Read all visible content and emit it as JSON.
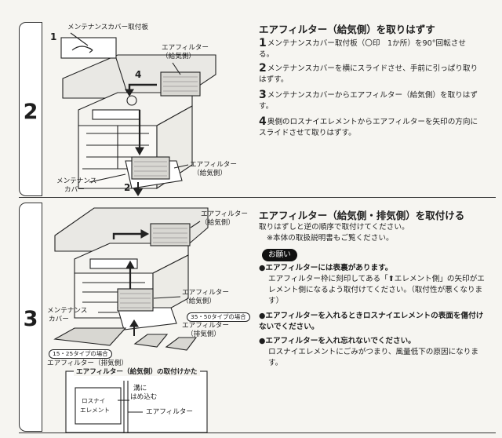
{
  "section2": {
    "tab_number": "2",
    "title": "エアフィルター（給気側）を取りはずす",
    "steps": [
      {
        "num": "1",
        "text": "メンテナンスカバー取付板（〇印　1か所）を90°回転させる。"
      },
      {
        "num": "2",
        "text": "メンテナンスカバーを横にスライドさせ、手前に引っぱり取りはずす。"
      },
      {
        "num": "3",
        "text": "メンテナンスカバーからエアフィルター（給気側）を取りはずす。"
      },
      {
        "num": "4",
        "text": "奥側のロスナイエレメントからエアフィルターを矢印の方向にスライドさせて取りはずす。"
      }
    ],
    "figure": {
      "label_cover_plate": "メンテナンスカバー取付板",
      "callout_1": "1",
      "label_filter_supply_top_line1": "エアフィルター",
      "label_filter_supply_top_line2": "（給気側）",
      "callout_4": "4",
      "label_filter_supply_bottom_line1": "エアフィルター",
      "label_filter_supply_bottom_line2": "（給気側）",
      "label_cover_line1": "メンテナンス",
      "label_cover_line2": "カバー",
      "callout_2": "2"
    }
  },
  "section3": {
    "tab_number": "3",
    "title": "エアフィルター（給気側・排気側）を取付ける",
    "intro_line1": "取りはずしと逆の順序で取付けてください。",
    "intro_line2": "※本体の取扱説明書もご覧ください。",
    "notice_badge": "お願い",
    "bullets": [
      {
        "title": "●エアフィルターには表裏があります。",
        "body": "エアフィルター枠に刻印してある「⬆エレメント側」の矢印がエレメント側になるよう取付けてください。（取付性が悪くなります）"
      },
      {
        "title": "●エアフィルターを入れるときロスナイエレメントの表面を傷付けないでください。",
        "body": ""
      },
      {
        "title": "●エアフィルターを入れ忘れないでください。",
        "body": "ロスナイエレメントにごみがつまり、風量低下の原因になります。"
      }
    ],
    "figure": {
      "label_filter_supply_top_line1": "エアフィルター",
      "label_filter_supply_top_line2": "（給気側）",
      "label_filter_supply_mid_line1": "エアフィルター",
      "label_filter_supply_mid_line2": "（給気側）",
      "label_cover_line1": "メンテナンス",
      "label_cover_line2": "カバー",
      "tag_35_50": "35・50タイプの場合",
      "label_filter_exhaust_right_line1": "エアフィルター",
      "label_filter_exhaust_right_line2": "（排気側）",
      "tag_15_25": "15・25タイプの場合",
      "label_filter_exhaust_left": "エアフィルター（排気側）",
      "inset_title": "エアフィルター（給気側）の取付けかた",
      "inset_element_line1": "ロスナイ",
      "inset_element_line2": "エレメント",
      "inset_groove_line1": "溝に",
      "inset_groove_line2": "はめ込む",
      "inset_filter": "エアフィルター"
    }
  },
  "colors": {
    "ink": "#1e1e1e",
    "paper": "#f6f5f1",
    "tab_bg": "#ffffff",
    "badge_bg": "#111111"
  }
}
